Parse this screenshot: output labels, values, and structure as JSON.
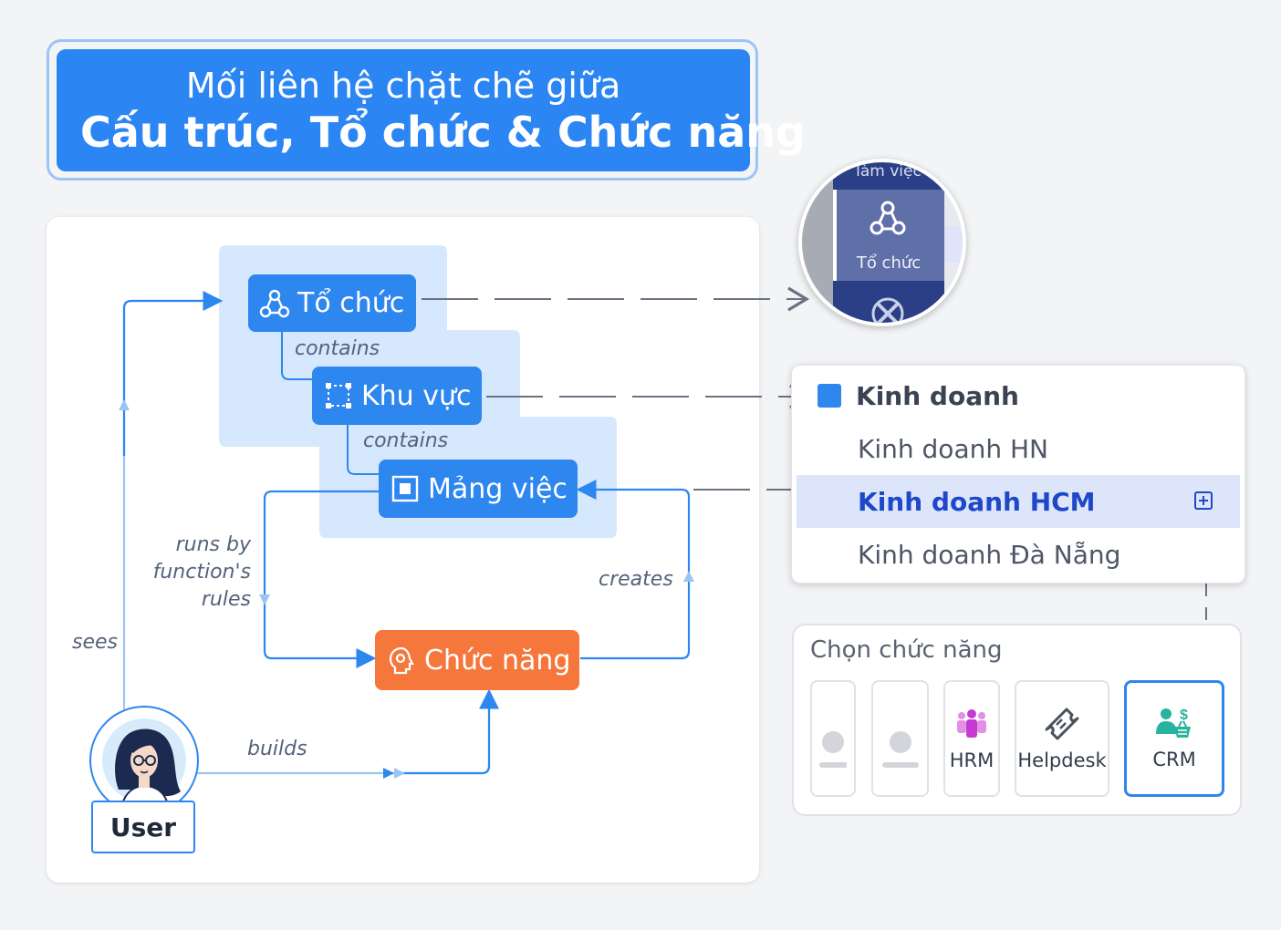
{
  "title": {
    "line1": "Mối liên hệ chặt chẽ giữa",
    "line2": "Cấu trúc, Tổ chức & Chức năng"
  },
  "nodes": {
    "to_chuc": "Tổ chức",
    "khu_vuc": "Khu vực",
    "mang_viec": "Mảng việc",
    "chuc_nang": "Chức năng"
  },
  "edge_labels": {
    "contains_1": "contains",
    "contains_2": "contains",
    "runs_by_1": "runs by",
    "runs_by_2": "function's",
    "runs_by_3": "rules",
    "creates": "creates",
    "sees": "sees",
    "builds": "builds"
  },
  "user": {
    "label": "User"
  },
  "magnifier": {
    "top_text": "làm việc",
    "item_label": "Tổ chức"
  },
  "dropdown": {
    "items": [
      {
        "label": "Kinh doanh",
        "state": "parent"
      },
      {
        "label": "Kinh doanh HN",
        "state": "normal"
      },
      {
        "label": "Kinh doanh HCM",
        "state": "selected"
      },
      {
        "label": "Kinh doanh Đà Nẵng",
        "state": "normal"
      }
    ]
  },
  "chooser": {
    "title": "Chọn chức năng",
    "cards": [
      {
        "label": "",
        "icon": "placeholder-icon"
      },
      {
        "label": "",
        "icon": "placeholder-icon"
      },
      {
        "label": "HRM",
        "icon": "people-icon"
      },
      {
        "label": "Helpdesk",
        "icon": "ticket-icon"
      },
      {
        "label": "CRM",
        "icon": "customer-money-icon",
        "active": true
      }
    ]
  },
  "colors": {
    "primary": "#2e86ef",
    "orange": "#f5773b",
    "zone": "#d6e8fd",
    "navy": "#2b3f86",
    "selected_text": "#1e47c9"
  }
}
